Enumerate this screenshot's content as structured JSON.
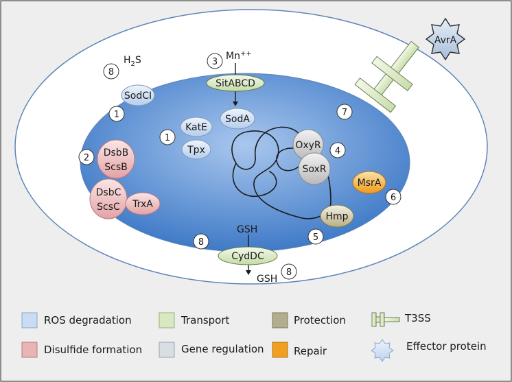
{
  "colors": {
    "ros": "#c9dcf2",
    "disulfide": "#e9b4b6",
    "transport": "#d8e8c2",
    "gene_regulation": "#d9dde4",
    "protection": "#b3ad8f",
    "repair": "#f0a020",
    "cytoplasm": "#4c86cf",
    "outer_cell": "#ffffff",
    "panel": "#eeeeee"
  },
  "cell": {
    "labels": {
      "h2s": "H",
      "h2s_sub": "2",
      "h2s_tail": "S",
      "mn": "Mn",
      "mn_sup": "++",
      "gsh_in": "GSH",
      "gsh_out": "GSH"
    },
    "proteins": {
      "sitabcd": "SitABCD",
      "sodci": "SodCI",
      "soda": "SodA",
      "kate": "KatE",
      "tpx": "Tpx",
      "dsbb_1": "DsbB",
      "dsbb_2": "ScsB",
      "dsbc_1": "DsbC",
      "dsbc_2": "ScsC",
      "trxa": "TrxA",
      "oxyr": "OxyR",
      "soxr": "SoxR",
      "msra": "MsrA",
      "hmp": "Hmp",
      "cyddc": "CydDC",
      "avra": "AvrA"
    },
    "numbers": {
      "n8_h2s": "8",
      "n3_mn": "3",
      "n1_sodci": "1",
      "n2_dsb": "2",
      "n1_kat": "1",
      "n7_t3ss": "7",
      "n4_reg": "4",
      "n6_msra": "6",
      "n5_hmp": "5",
      "n8_gsh_in": "8",
      "n8_gsh_out": "8"
    }
  },
  "legend": {
    "items": [
      {
        "label": "ROS degradation",
        "icon": "square-swatch",
        "color": "#c9dcf2"
      },
      {
        "label": "Transport",
        "icon": "square-swatch",
        "color": "#d8e8c2"
      },
      {
        "label": "Protection",
        "icon": "square-swatch",
        "color": "#b3ad8f"
      },
      {
        "label": "T3SS",
        "icon": "t3ss-needle-icon",
        "color": "#d8e8c2"
      },
      {
        "label": "Disulfide formation",
        "icon": "square-swatch",
        "color": "#e9b4b6"
      },
      {
        "label": "Gene regulation",
        "icon": "square-swatch",
        "color": "#d9dde4"
      },
      {
        "label": "Repair",
        "icon": "square-swatch",
        "color": "#f0a020"
      },
      {
        "label": "Effector protein",
        "icon": "star-icon",
        "color": "#c9dcf2"
      }
    ]
  }
}
